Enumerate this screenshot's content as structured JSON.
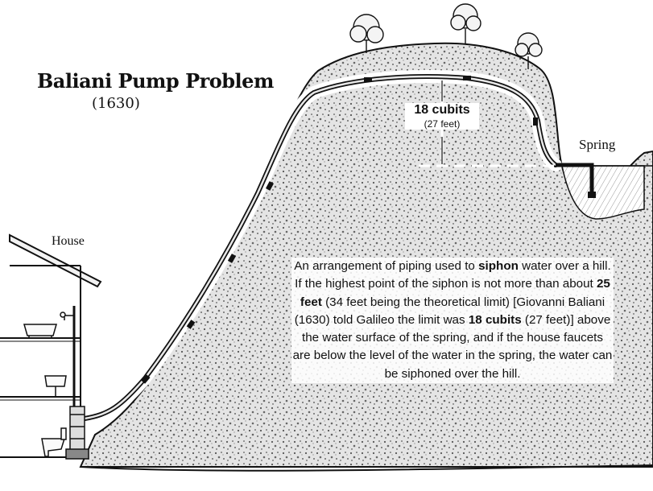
{
  "title": "Baliani Pump Problem",
  "year": "(1630)",
  "labels": {
    "house": "House",
    "spring": "Spring",
    "height_value": "18 cubits",
    "height_sub": "(27 feet)"
  },
  "caption": {
    "p1": "An arrangement of piping used to ",
    "b1": "siphon",
    "p2": " water over a hill. If the highest point of the siphon is not more than about ",
    "b2": "25 feet",
    "p3": " (34 feet being the theoretical limit) [Giovanni Baliani (1630) told Galileo the limit was ",
    "b3": "18 cubits",
    "p4": " (27 feet)] above the water surface of the spring, and if the house faucets are below the level of the water in the spring, the water can be siphoned over the hill."
  },
  "colors": {
    "ink": "#111111",
    "earth": "#e2e2e2",
    "water": "#cfcfcf",
    "background": "#ffffff"
  },
  "icons": [
    "tree-icon",
    "faucet-icon",
    "bathtub-icon",
    "sink-icon",
    "toilet-icon"
  ]
}
